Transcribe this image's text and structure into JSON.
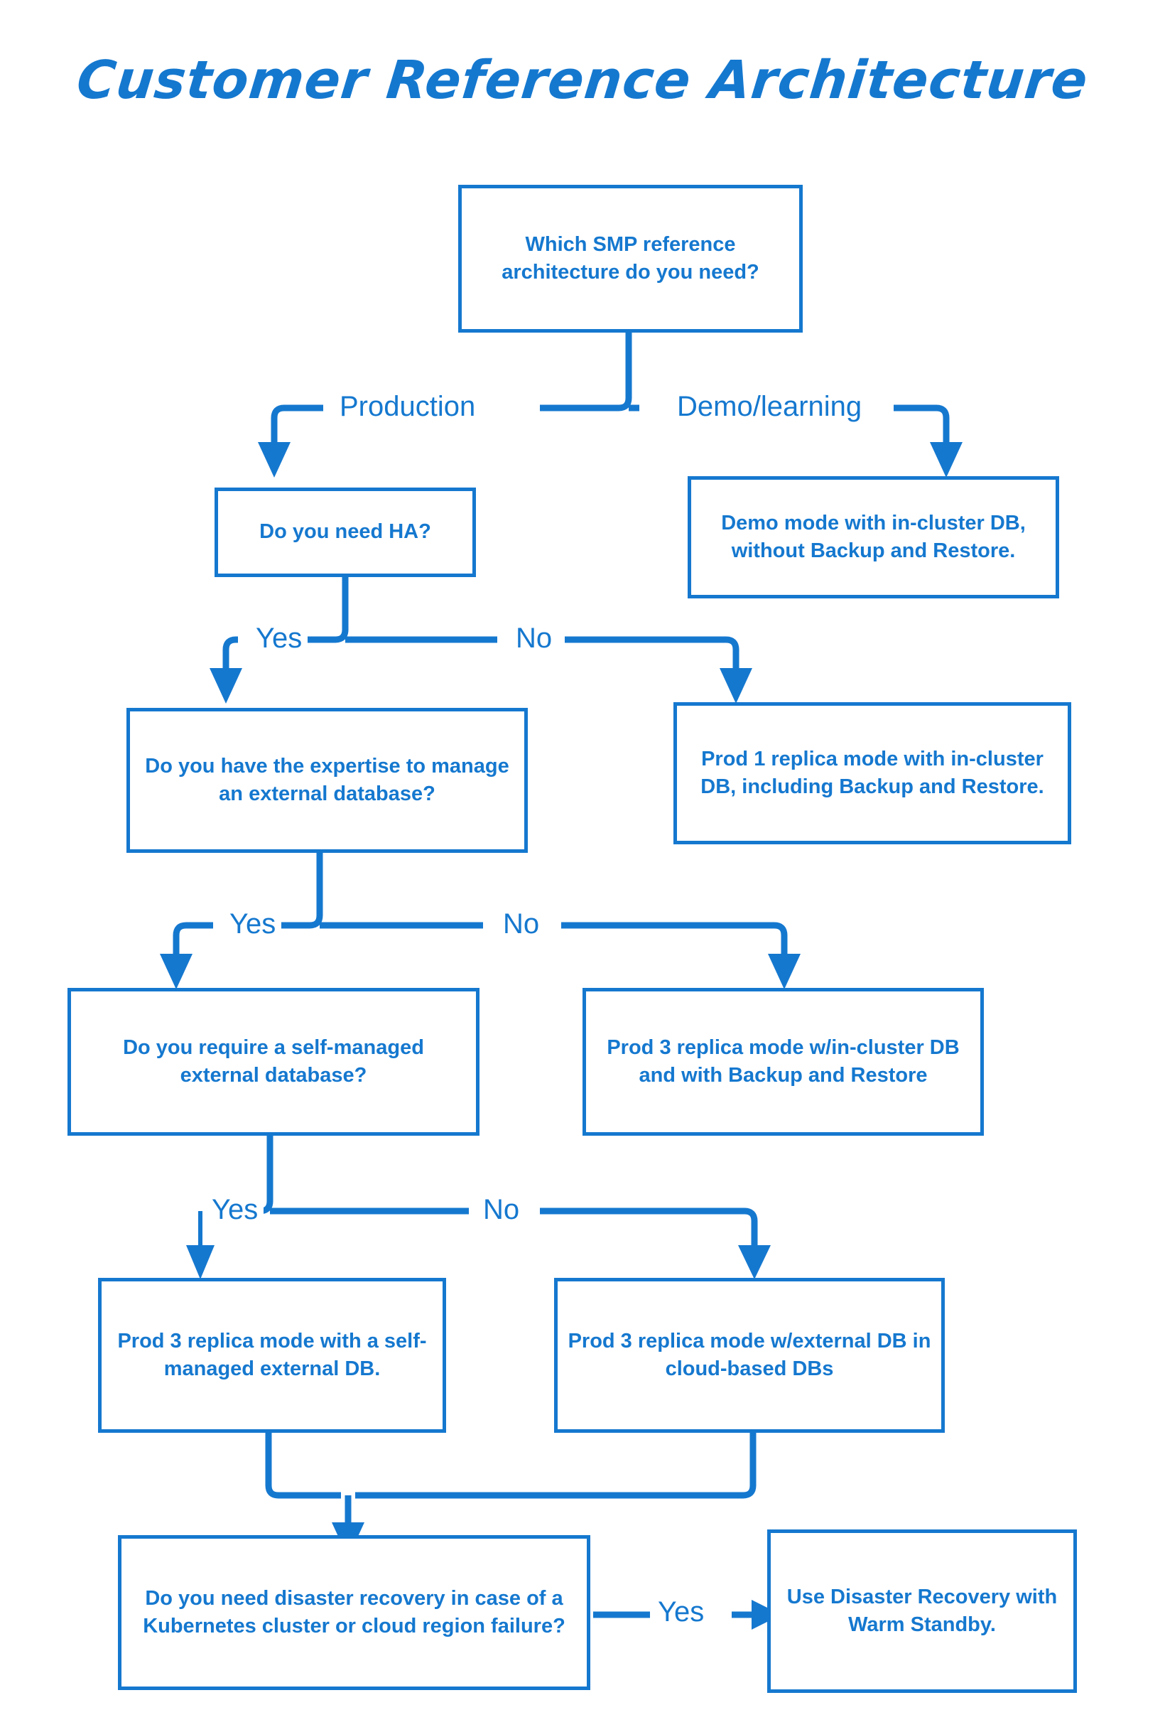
{
  "page": {
    "title": "Customer Reference Architecture",
    "accent_color": "#1578CF",
    "background_color": "#FFFFFF"
  },
  "chart_data": {
    "type": "flowchart",
    "title": "Customer Reference Architecture",
    "orientation": "top-down",
    "nodes": [
      {
        "id": "q-start",
        "kind": "decision",
        "text": "Which SMP reference architecture do you need?"
      },
      {
        "id": "r-demo",
        "kind": "outcome",
        "text": "Demo mode with in-cluster DB, without Backup and Restore."
      },
      {
        "id": "q-ha",
        "kind": "decision",
        "text": "Do you need HA?"
      },
      {
        "id": "r-prod1",
        "kind": "outcome",
        "text": "Prod 1 replica mode with in-cluster DB, including Backup and Restore."
      },
      {
        "id": "q-expertise",
        "kind": "decision",
        "text": "Do you have the expertise to manage an external database?"
      },
      {
        "id": "r-prod3-incl",
        "kind": "outcome",
        "text": "Prod 3 replica mode w/in-cluster DB and with Backup and Restore"
      },
      {
        "id": "q-selfmanaged",
        "kind": "decision",
        "text": "Do you require a self-managed external database?"
      },
      {
        "id": "r-prod3-self",
        "kind": "outcome",
        "text": "Prod 3 replica mode with a self-managed external DB."
      },
      {
        "id": "r-prod3-cloud",
        "kind": "outcome",
        "text": "Prod 3 replica mode w/external DB in cloud-based DBs"
      },
      {
        "id": "q-dr",
        "kind": "decision",
        "text": "Do you need disaster recovery in case of a Kubernetes cluster or cloud region failure?"
      },
      {
        "id": "r-warm",
        "kind": "outcome",
        "text": "Use Disaster Recovery with Warm Standby."
      }
    ],
    "edges": [
      {
        "from": "q-start",
        "to": "q-ha",
        "label": "Production"
      },
      {
        "from": "q-start",
        "to": "r-demo",
        "label": "Demo/learning"
      },
      {
        "from": "q-ha",
        "to": "q-expertise",
        "label": "Yes"
      },
      {
        "from": "q-ha",
        "to": "r-prod1",
        "label": "No"
      },
      {
        "from": "q-expertise",
        "to": "q-selfmanaged",
        "label": "Yes"
      },
      {
        "from": "q-expertise",
        "to": "r-prod3-incl",
        "label": "No"
      },
      {
        "from": "q-selfmanaged",
        "to": "r-prod3-self",
        "label": "Yes"
      },
      {
        "from": "q-selfmanaged",
        "to": "r-prod3-cloud",
        "label": "No"
      },
      {
        "from": "r-prod3-self",
        "to": "q-dr",
        "label": ""
      },
      {
        "from": "r-prod3-cloud",
        "to": "q-dr",
        "label": ""
      },
      {
        "from": "q-dr",
        "to": "r-warm",
        "label": "Yes"
      }
    ],
    "edge_labels": [
      "Production",
      "Demo/learning",
      "Yes",
      "No",
      "Yes",
      "No",
      "Yes",
      "No",
      "Yes"
    ]
  }
}
